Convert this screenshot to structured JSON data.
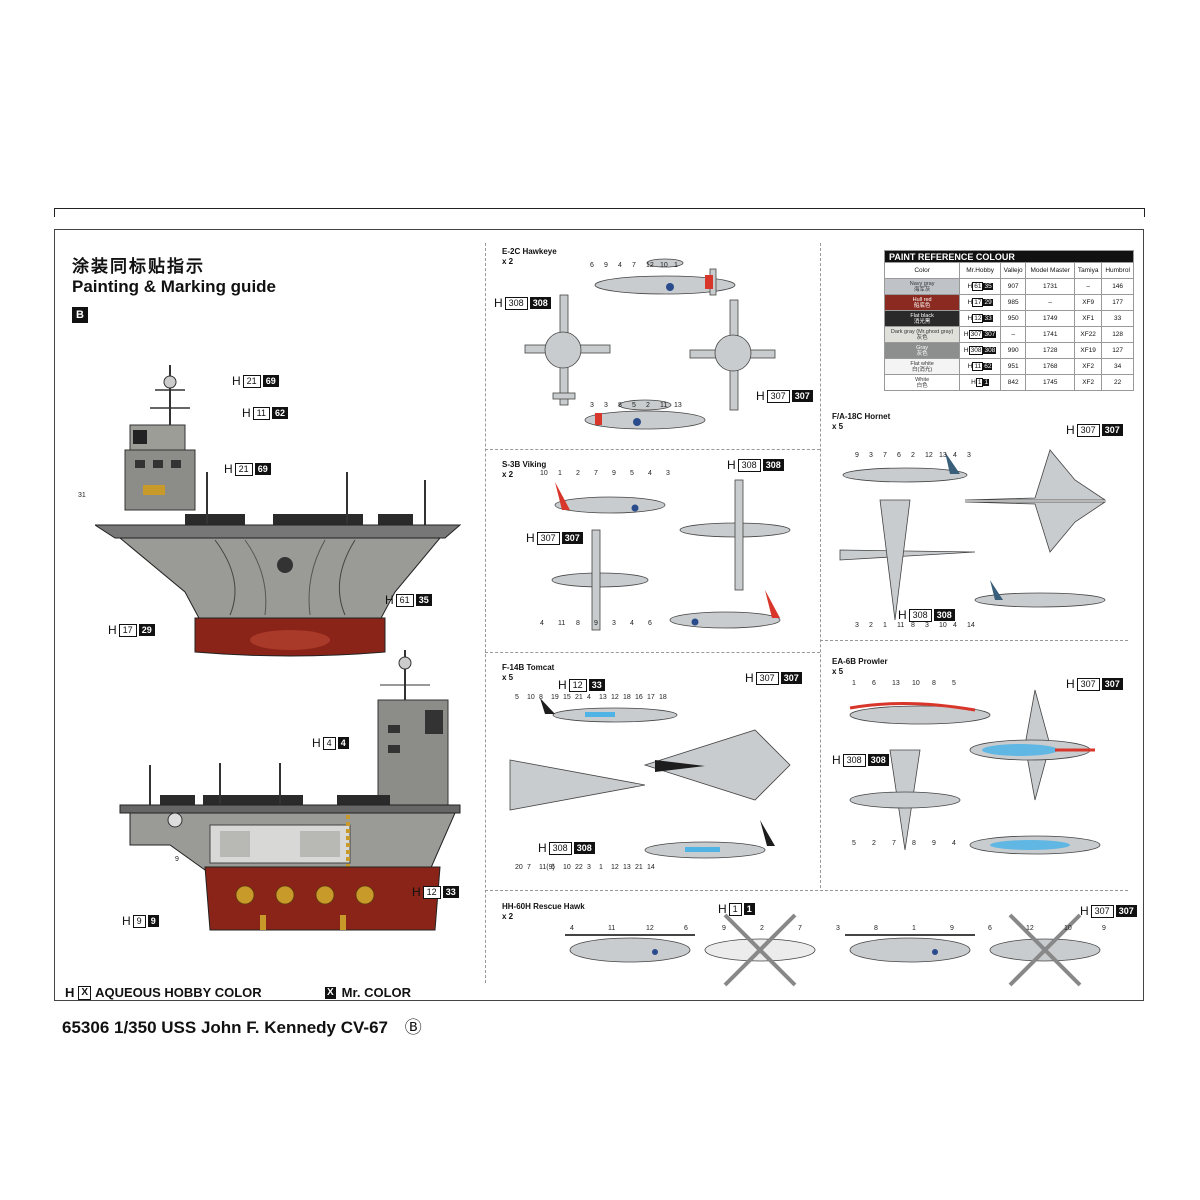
{
  "header": {
    "title_cn": "涂装同标贴指示",
    "title_en": "Painting & Marking guide",
    "badge": "B"
  },
  "ship_callouts": {
    "top_ship": [
      {
        "h": "H",
        "a": "21",
        "b": "69"
      },
      {
        "h": "H",
        "a": "11",
        "b": "62"
      },
      {
        "h": "H",
        "a": "21",
        "b": "69"
      },
      {
        "h": "H",
        "a": "61",
        "b": "35"
      },
      {
        "h": "H",
        "a": "17",
        "b": "29"
      }
    ],
    "top_ship_num": "31",
    "bottom_ship": [
      {
        "h": "H",
        "a": "4",
        "b": "4"
      },
      {
        "h": "H",
        "a": "12",
        "b": "33"
      },
      {
        "h": "H",
        "a": "9",
        "b": "9"
      }
    ],
    "bottom_ship_num": "9"
  },
  "aircraft": {
    "e2c": {
      "title": "E-2C Hawkeye\nx 2",
      "code": {
        "h": "H",
        "a": "308",
        "b": "308"
      },
      "code2": {
        "h": "H",
        "a": "307",
        "b": "307"
      },
      "nums": [
        "6",
        "9",
        "4",
        "7",
        "12",
        "10",
        "1",
        "3",
        "3",
        "8",
        "5",
        "2",
        "11",
        "13"
      ]
    },
    "s3b": {
      "title": "S-3B Viking\nx 2",
      "code": {
        "h": "H",
        "a": "308",
        "b": "308"
      },
      "code2": {
        "h": "H",
        "a": "307",
        "b": "307"
      },
      "nums": [
        "10",
        "1",
        "2",
        "7",
        "9",
        "5",
        "4",
        "3",
        "4",
        "11",
        "8",
        "9",
        "3",
        "4",
        "6"
      ]
    },
    "fa18": {
      "title": "F/A-18C Hornet\nx 5",
      "code": {
        "h": "H",
        "a": "307",
        "b": "307"
      },
      "code2": {
        "h": "H",
        "a": "308",
        "b": "308"
      },
      "nums": [
        "9",
        "3",
        "7",
        "6",
        "2",
        "12",
        "13",
        "4",
        "3",
        "3",
        "2",
        "1",
        "11",
        "8",
        "3",
        "10",
        "4",
        "14"
      ]
    },
    "f14": {
      "title": "F-14B Tomcat\nx 5",
      "code": {
        "h": "H",
        "a": "12",
        "b": "33"
      },
      "code2": {
        "h": "H",
        "a": "307",
        "b": "307"
      },
      "code3": {
        "h": "H",
        "a": "308",
        "b": "308"
      },
      "nums": [
        "5",
        "10",
        "8",
        "19",
        "15",
        "21",
        "4",
        "13",
        "12",
        "18",
        "16",
        "17",
        "18",
        "20",
        "7",
        "11(9)",
        "6",
        "10",
        "22",
        "3",
        "1",
        "12",
        "13",
        "21",
        "14"
      ]
    },
    "ea6b": {
      "title": "EA-6B Prowler\nx 5",
      "code": {
        "h": "H",
        "a": "307",
        "b": "307"
      },
      "code2": {
        "h": "H",
        "a": "308",
        "b": "308"
      },
      "nums": [
        "1",
        "6",
        "13",
        "10",
        "8",
        "5",
        "5",
        "2",
        "7",
        "8",
        "9",
        "4"
      ]
    },
    "hh60": {
      "title": "HH-60H Rescue Hawk\nx 2",
      "code": {
        "h": "H",
        "a": "1",
        "b": "1"
      },
      "code2": {
        "h": "H",
        "a": "307",
        "b": "307"
      },
      "nums": [
        "4",
        "11",
        "12",
        "6",
        "9",
        "2",
        "7",
        "3",
        "8",
        "1",
        "9",
        "6",
        "12",
        "10",
        "9"
      ]
    }
  },
  "paint_table": {
    "title": "PAINT  REFERENCE COLOUR",
    "headers": [
      "Color",
      "Mr.Hobby",
      "Vallejo",
      "Model Master",
      "Tamiya",
      "Humbrol"
    ],
    "rows": [
      {
        "name": "Navy gray",
        "cn": "海军灰",
        "swatch": "#bfc3c7",
        "h": "61",
        "mr": "35",
        "vallejo": "907",
        "mm": "1731",
        "tamiya": "–",
        "humbrol": "146"
      },
      {
        "name": "Hull red",
        "cn": "船底色",
        "swatch": "#8a2a20",
        "h": "17",
        "mr": "29",
        "vallejo": "985",
        "mm": "–",
        "tamiya": "XF9",
        "humbrol": "177"
      },
      {
        "name": "Flat black",
        "cn": "消光黑",
        "swatch": "#2a2a2a",
        "h": "12",
        "mr": "33",
        "vallejo": "950",
        "mm": "1749",
        "tamiya": "XF1",
        "humbrol": "33"
      },
      {
        "name": "Dark gray (Mr.ghost gray)",
        "cn": "灰色",
        "swatch": "#dfe0da",
        "h": "307",
        "mr": "307",
        "vallejo": "–",
        "mm": "1741",
        "tamiya": "XF22",
        "humbrol": "128"
      },
      {
        "name": "Gray",
        "cn": "灰色",
        "swatch": "#8d8f8f",
        "h": "308",
        "mr": "308",
        "vallejo": "990",
        "mm": "1728",
        "tamiya": "XF19",
        "humbrol": "127"
      },
      {
        "name": "Flat white",
        "cn": "白(消光)",
        "swatch": "#f4f4f4",
        "h": "11",
        "mr": "62",
        "vallejo": "951",
        "mm": "1768",
        "tamiya": "XF2",
        "humbrol": "34"
      },
      {
        "name": "White",
        "cn": "白色",
        "swatch": "#ffffff",
        "h": "1",
        "mr": "1",
        "vallejo": "842",
        "mm": "1745",
        "tamiya": "XF2",
        "humbrol": "22"
      }
    ]
  },
  "legend": {
    "aqueous_h": "H",
    "aqueous_box": "X",
    "aqueous_label": "AQUEOUS HOBBY COLOR",
    "mr_box": "X",
    "mr_label": "Mr. COLOR"
  },
  "footer": {
    "text": "65306 1/350 USS John F. Kennedy CV-67",
    "badge": "Ⓑ"
  },
  "colors": {
    "hull_red": "#8a2418",
    "hull_gray": "#9a9a96",
    "deck_black": "#1d1d1d",
    "aircraft_gray": "#c9ccce",
    "prowler_blue": "#4fb3e6",
    "red_stripe": "#d8362a",
    "brass": "#c79a2a"
  }
}
